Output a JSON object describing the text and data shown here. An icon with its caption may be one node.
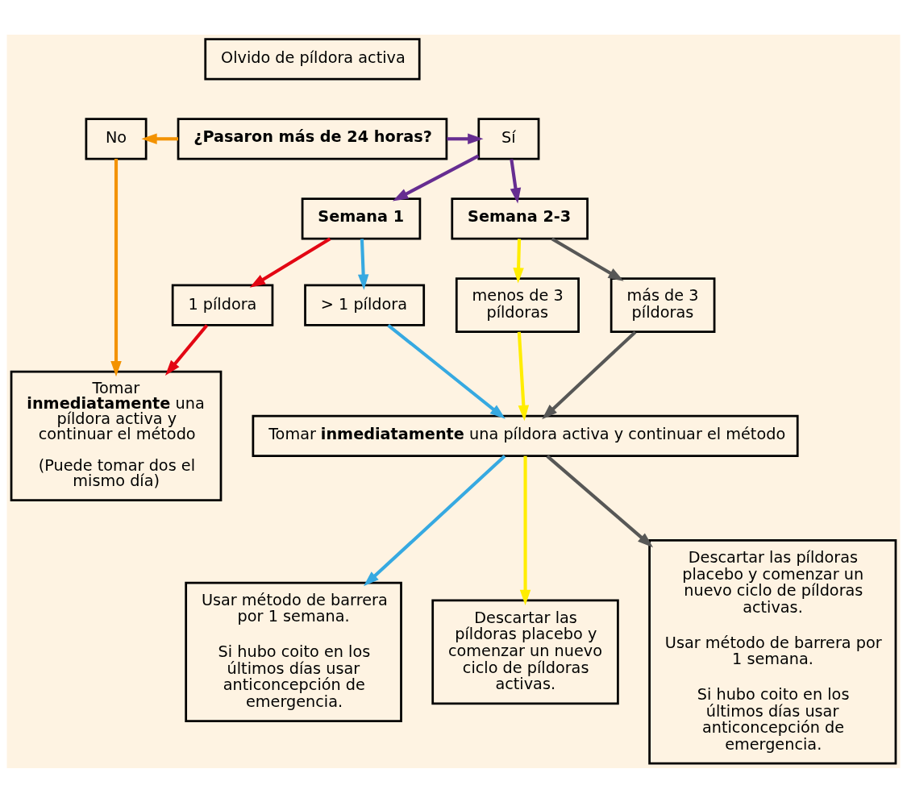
{
  "diagram": {
    "nodes": [
      {
        "text": [
          "Olvido de píldora activa"
        ]
      },
      {
        "text": [
          "¿Pasaron más de 24 horas?"
        ]
      },
      {
        "text": [
          "No"
        ]
      },
      {
        "text": [
          "Sí"
        ]
      },
      {
        "text": [
          "Tomar **inmediatamente** una píldora activa y continuar el método",
          "(Puede tomar dos el mismo día)"
        ]
      },
      {
        "text": [
          "Semana 1"
        ]
      },
      {
        "text": [
          "Semana 2-3"
        ]
      },
      {
        "text": [
          "1 píldora"
        ]
      },
      {
        "text": [
          "> 1 píldora"
        ]
      },
      {
        "text": [
          "menos de 3 píldoras"
        ]
      },
      {
        "text": [
          "más de 3 píldoras"
        ]
      },
      {
        "text": [
          "Tomar **inmediatamente** una píldora activa y continuar el método"
        ]
      },
      {
        "text": [
          "Usar método de barrera por 1 semana.",
          "Si hubo coito en los últimos días usar anticoncepción de emergencia."
        ]
      },
      {
        "text": [
          "Descartar las píldoras placebo y comenzar un nuevo ciclo de píldoras activas."
        ]
      },
      {
        "text": [
          "Descartar las píldoras placebo y comenzar un nuevo ciclo de píldoras activas.",
          "Usar método de barrera por 1 semana.",
          "Si hubo coito en los últimos días usar anticoncepción de emergencia."
        ]
      }
    ],
    "edges": [
      {
        "from": 1,
        "to": 2,
        "arrow": "to",
        "color": "#f39200"
      },
      {
        "from": 1,
        "to": 3,
        "arrow": "to",
        "color": "#662d91"
      },
      {
        "from": 2,
        "to": 4,
        "arrow": "to",
        "color": "#f39200"
      },
      {
        "from": 3,
        "to": 5,
        "arrow": "to",
        "color": "#662d91"
      },
      {
        "from": 3,
        "to": 6,
        "arrow": "to",
        "color": "#662d91"
      },
      {
        "from": 5,
        "to": 7,
        "arrow": "to",
        "color": "#e30613"
      },
      {
        "from": 5,
        "to": 8,
        "arrow": "to",
        "color": "#36a9e1"
      },
      {
        "from": 7,
        "to": 4,
        "arrow": "to",
        "color": "#e30613"
      },
      {
        "from": 8,
        "to": 11,
        "arrow": "to",
        "color": "#36a9e1"
      },
      {
        "from": 6,
        "to": 9,
        "arrow": "to",
        "color": "#ffed00"
      },
      {
        "from": 6,
        "to": 10,
        "arrow": "to",
        "color": "#575756"
      },
      {
        "from": 9,
        "to": 11,
        "arrow": "to",
        "color": "#ffed00"
      },
      {
        "from": 10,
        "to": 11,
        "arrow": "to",
        "color": "#575756"
      },
      {
        "from": 11,
        "to": 12,
        "arrow": "to",
        "color": "#36a9e1"
      },
      {
        "from": 11,
        "to": 13,
        "arrow": "to",
        "color": "#ffed00"
      },
      {
        "from": 11,
        "to": 14,
        "arrow": "to",
        "color": "#575756"
      }
    ]
  }
}
